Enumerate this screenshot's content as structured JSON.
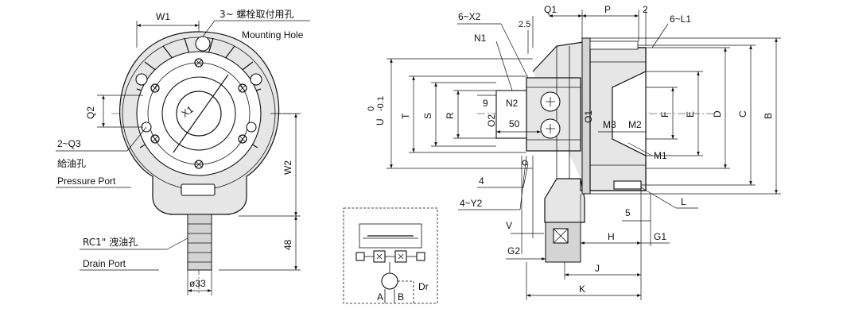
{
  "front_view": {
    "dim_w1": "W1",
    "note_mounting_cn": "3~ 螺栓取付用孔",
    "note_mounting_en": "Mounting Hole",
    "dim_q2": "Q2",
    "dim_x1": "X1",
    "note_q3": "2~Q3",
    "note_pressure_cn": "給油孔",
    "note_pressure_en": "Pressure Port",
    "dim_w2": "W2",
    "note_drain_cn": "RC1\" 洩油孔",
    "note_drain_en": "Drain Port",
    "dim_48": "48",
    "dim_phi33": "ø33"
  },
  "side_view": {
    "note_6x2": "6~X2",
    "dim_q1": "Q1",
    "dim_p": "P",
    "dim_2": "2",
    "note_6l1": "6~L1",
    "dim_2_5": "2.5",
    "dim_n1": "N1",
    "dim_u_tol": "0",
    "dim_u_tol2": "-0.1",
    "dim_u": "U",
    "dim_t": "T",
    "dim_s": "S",
    "dim_r": "R",
    "dim_9": "9",
    "dim_n2": "N2",
    "dim_o2": "O2",
    "dim_o1": "O1",
    "dim_50": "50",
    "dim_m3": "M3",
    "dim_m2": "M2",
    "dim_f": "F",
    "dim_e": "E",
    "dim_d": "D",
    "dim_c": "C",
    "dim_b": "B",
    "dim_m1": "M1",
    "note_4": "4",
    "note_4y2": "4~Y2",
    "dim_v": "V",
    "dim_5": "5",
    "note_l": "L",
    "dim_g2": "G2",
    "dim_h": "H",
    "dim_g1": "G1",
    "dim_j": "J",
    "dim_k": "K"
  },
  "schematic": {
    "port_a": "A",
    "port_b": "B",
    "port_dr": "Dr"
  }
}
